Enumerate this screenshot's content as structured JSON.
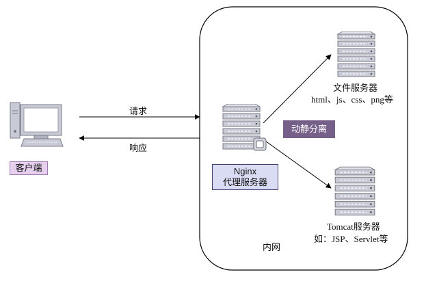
{
  "client": {
    "label": "客户端",
    "icon": "desktop-computer-icon"
  },
  "arrows": {
    "request": "请求",
    "response": "响应"
  },
  "network": {
    "label": "内网"
  },
  "nginx": {
    "title": "Nginx",
    "subtitle": "代理服务器",
    "icon": "server-icon"
  },
  "dynamic_static": {
    "label": "动静分离"
  },
  "file_server": {
    "title": "文件服务器",
    "subtitle": "html、js、css、png等",
    "icon": "server-icon"
  },
  "tomcat_server": {
    "title": "Tomcat服务器",
    "subtitle": "如：JSP、Servlet等",
    "icon": "server-icon"
  },
  "colors": {
    "client_box": "#e6d0ee",
    "nginx_box": "#dadcf4",
    "dynamic_box": "#76608a",
    "server_icon": "#b9bcc8"
  }
}
